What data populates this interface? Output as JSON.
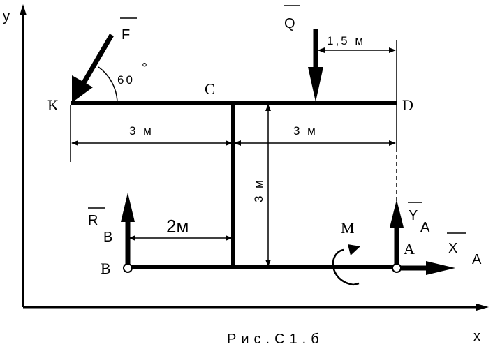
{
  "axes": {
    "x_label": "x",
    "y_label": "y"
  },
  "points": {
    "K": "K",
    "C": "C",
    "D": "D",
    "B": "B",
    "A": "A"
  },
  "forces": {
    "F": "F",
    "Q": "Q",
    "R": "R",
    "R_sub": "B",
    "Y": "Y",
    "Y_sub": "A",
    "X": "X",
    "X_sub": "A",
    "M": "M"
  },
  "angle": {
    "value": "60",
    "unit": "°"
  },
  "dimensions": {
    "kc": "3 м",
    "cd": "3 м",
    "q_offset": "1,5 м",
    "vertical": "3 м",
    "rb_offset": "2м"
  },
  "caption": "Рис.С1.б"
}
